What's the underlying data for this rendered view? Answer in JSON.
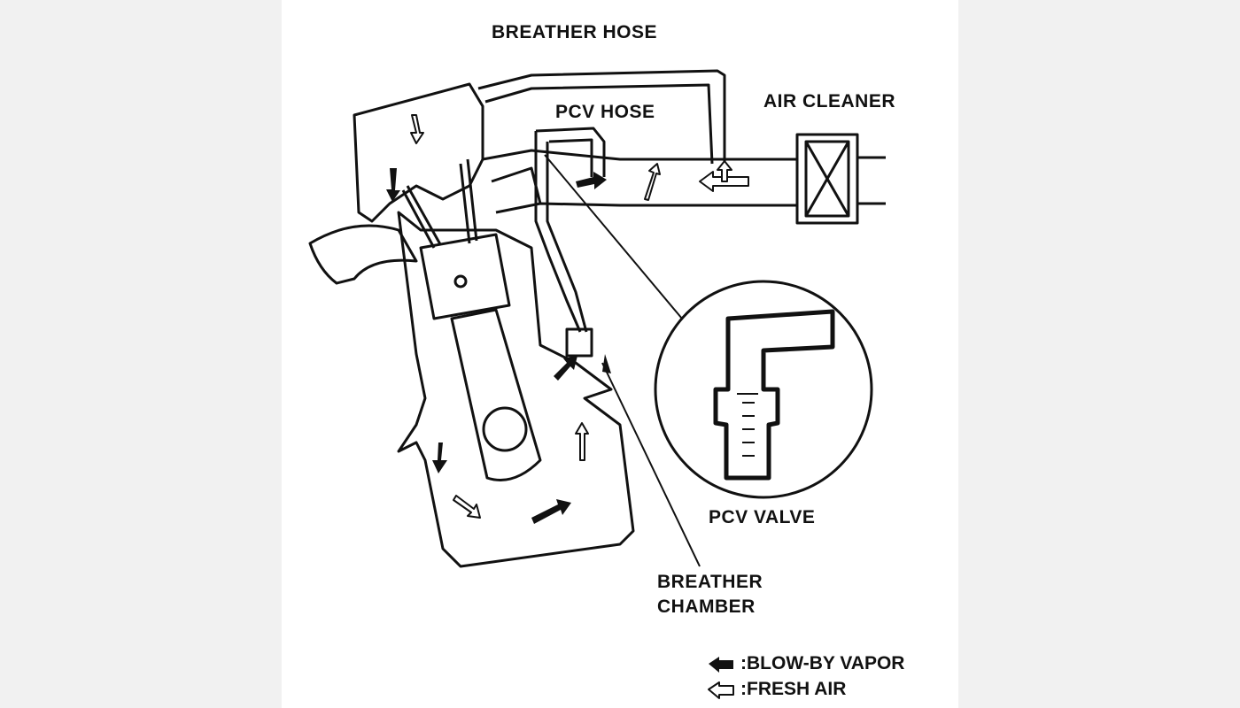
{
  "labels": {
    "breather_hose": "BREATHER HOSE",
    "pcv_hose": "PCV HOSE",
    "air_cleaner": "AIR CLEANER",
    "pcv_valve": "PCV VALVE",
    "breather_chamber_1": "BREATHER",
    "breather_chamber_2": "CHAMBER"
  },
  "legend": [
    {
      "icon": "solid-arrow-icon",
      "label": ":BLOW-BY VAPOR"
    },
    {
      "icon": "hollow-arrow-icon",
      "label": ":FRESH AIR"
    }
  ]
}
